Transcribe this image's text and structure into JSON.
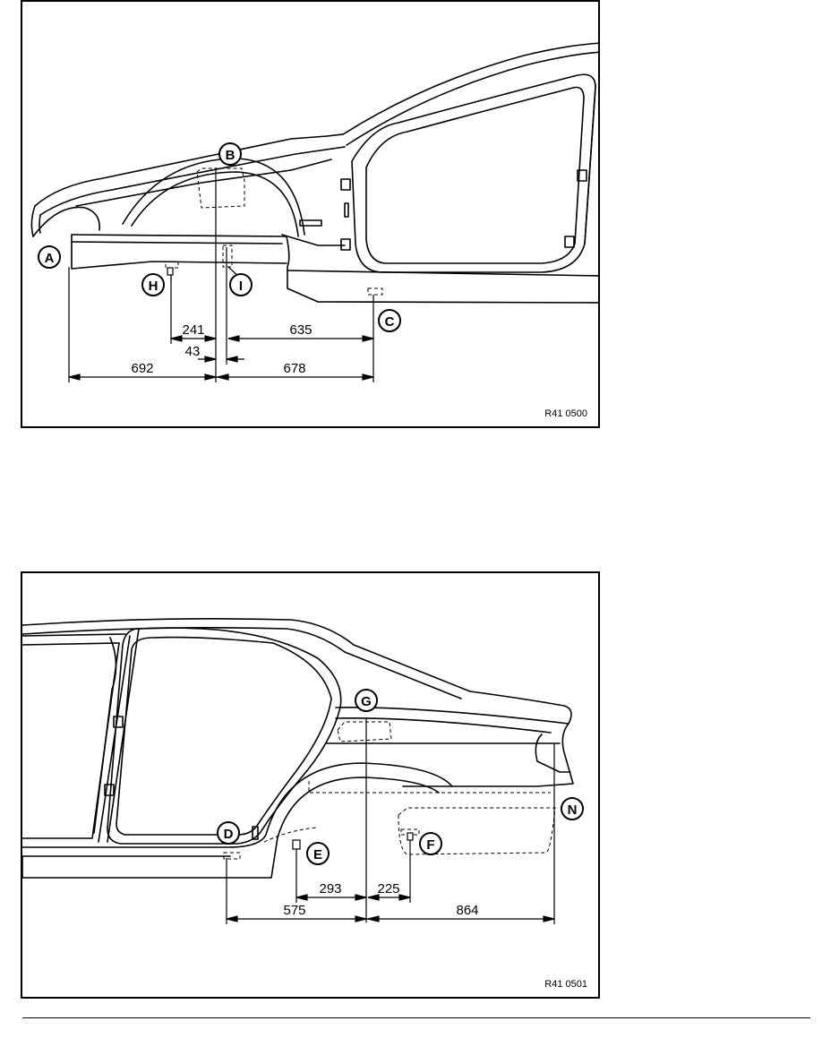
{
  "figures": [
    {
      "id": "R41 0500",
      "points": [
        "A",
        "B",
        "C",
        "H",
        "I"
      ],
      "dimensions": [
        "241",
        "635",
        "43",
        "692",
        "678"
      ]
    },
    {
      "id": "R41 0501",
      "points": [
        "G",
        "N",
        "D",
        "E",
        "F"
      ],
      "dimensions": [
        "293",
        "225",
        "575",
        "864"
      ]
    }
  ]
}
